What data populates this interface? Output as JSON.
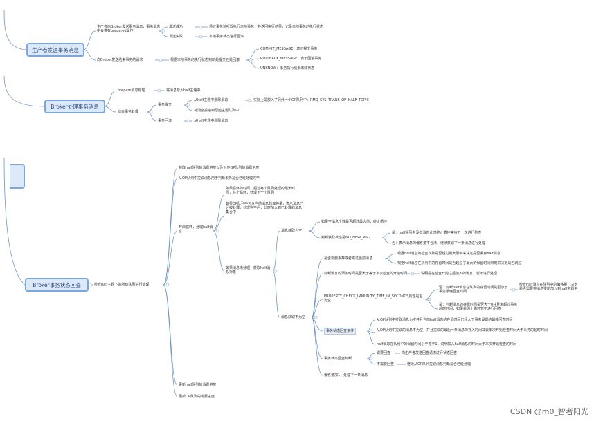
{
  "top": {
    "root1": "生产者发送事务消息",
    "n1a": "生产者向Broker发送事务消息，事务消息中会带有prepared属性",
    "n1a_ok": "发送成功",
    "n1a_ok_d": "通过事务监听器执行本地事务，并返回执行结果，记录本地事务的执行状态",
    "n1a_fail": "发送失败",
    "n1a_fail_d": "本地事务状态进行回滚",
    "n1b": "向Broker发送结束事务的请求",
    "n1b_d": "根据本地事务的执行状态判断是提交还是回滚",
    "m1": "COMMIT_MESSAGE：表示提交事务",
    "m2": "ROLLBACK_MESSAGE：表示回滚事务",
    "m3": "UNKNOW：事务执行结果未知状态",
    "root2": "Broker处理事务消息",
    "p1": "prepare消息处理",
    "p1_d": "将消息存入half主题中",
    "p2": "结束事务处理",
    "p2a": "事务提交",
    "p2a1": "从half主题中删除消息",
    "p2a1_d": "实际上是放入了另外一个OP队列中：RMQ_SYS_TRANS_OP_HALF_TOPIC",
    "p2a2": "将消息投递到原始主题队列中",
    "p2b": "事务回滚",
    "p2b1": "从half主题中删除消息"
  },
  "bottom": {
    "root3": "Broker事务状态回查",
    "check": "检查half主题下的所有队列进行处理",
    "b1": "获取half队列的消费进度以及对应OP队列的消费进度",
    "b2": "从OP队列中拉取消息用于判断事务是否已经处理完毕",
    "loop": "开启循环，处理half消息",
    "l1": "如果循环的时间，超过每个队列处理的最大时间，终止循环，处理下一个队列",
    "l2": "如果OP队列中包含当前消息的偏移量，表示消息已经被处理，处理完毕后，此时加入到已处理的消息集合中",
    "l3": "如果消息未处理，获取half消息对象",
    "e": "消息获取为空",
    "e1": "如果空消息个数是否超过最大值，终止循环",
    "e2": "判断获取状态是NO_NEW_MSG",
    "e2a": "是：half队列中没有消息此时终止循环等待下一次进行检查",
    "e2b": "否：表示消息的偏移量不合法，继续获取下一条消息进行处理",
    "n": "消息获取不为空",
    "n1": "是否需要丢弃或者跳过当前消息",
    "n1a": "根据half消息的检查次数是否超过最大限制来决定是否丢弃half消息",
    "n1b": "根据half消息在队列中的存留时间是否超过了最大的保留时间限制来决定是否跳过",
    "n2": "判断消息的添加时间是否大于等于本次检查的开始时间",
    "n2_d": "说明是在检查开始之后加入的消息，暂不进行处理",
    "n3": "PROPERTY_CHECK_IMMUNITY_TIME_IN_SECONDS属性是否为空",
    "n3a": "否：判断half消息在队列的存留时间是否小于事务最晚回查时间",
    "n3a_d": "检查half消息在队列中的偏移量，决定是否需要将消息重新加入到half主题中",
    "n3b": "是：判断消息的存留时间是否大于0并且未超过事务超时时间，如果是则止循环暂不进行回查",
    "n4": "事务状态回查条件",
    "n4a": "从OP队列中拉取消息为空并且当前half消息的存留时间已经大于事务设置的最晚回查时间",
    "n4b": "从OP队列中拉取的消息不为空，并且拉取的最后一条消息的存入时间减去本次开始检查时间大于事务的超时时间",
    "n4c": "half消息在队列中的保留时间小于等于1，说明加入half消息的时间大于本次开始检查的时间",
    "n5": "事务状态回查判断",
    "n5a": "需要回查",
    "n5a_d": "向生产者发送回查请求进行状态回查",
    "n5b": "不需要回查",
    "n5b_d": "继续从OP队列拉取消息判断是否已经处理",
    "n6": "偏移量加1，处理下一条消息",
    "u1": "更新half队列的消费进度",
    "u2": "更新OP队列的消费进度"
  },
  "watermark": "CSDN @m0_智者阳光",
  "colors": {
    "line": "#6f94c8",
    "root_bg": "#dbe9fb",
    "root_border": "#7ba7e0"
  }
}
